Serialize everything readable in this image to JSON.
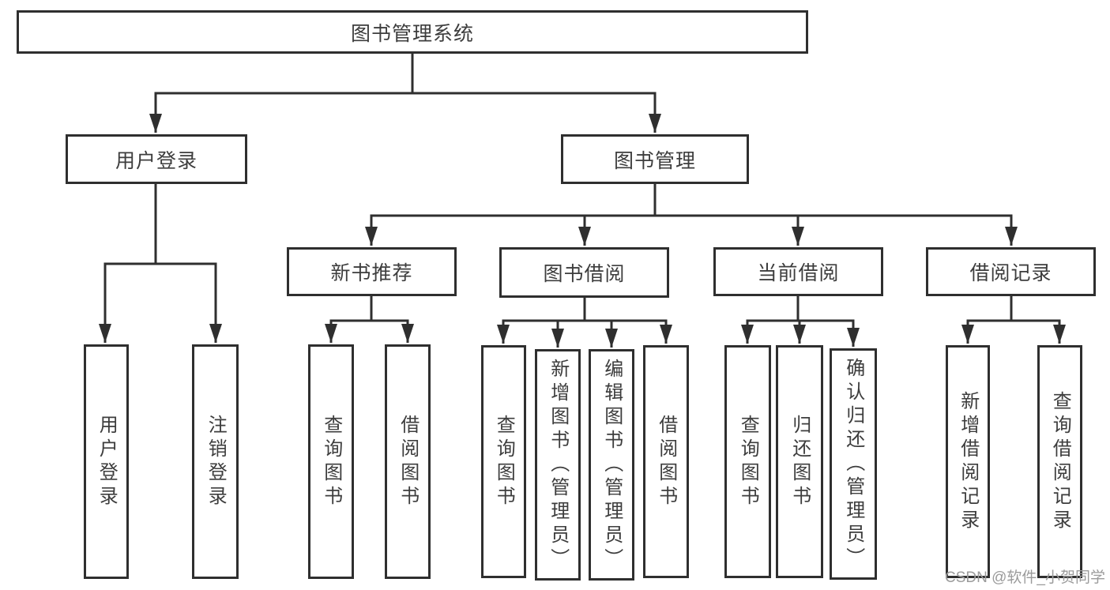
{
  "diagram_title": "图书管理系统",
  "tree": {
    "root": {
      "label": "图书管理系统"
    },
    "branches": [
      {
        "label": "用户登录",
        "children": [
          {
            "label": "用户登录"
          },
          {
            "label": "注销登录"
          }
        ]
      },
      {
        "label": "图书管理",
        "children": [
          {
            "label": "新书推荐",
            "children": [
              {
                "label": "查询图书"
              },
              {
                "label": "借阅图书"
              }
            ]
          },
          {
            "label": "图书借阅",
            "children": [
              {
                "label": "查询图书"
              },
              {
                "label": "新增图书（管理员）"
              },
              {
                "label": "编辑图书（管理员）"
              },
              {
                "label": "借阅图书"
              }
            ]
          },
          {
            "label": "当前借阅",
            "children": [
              {
                "label": "查询图书"
              },
              {
                "label": "归还图书"
              },
              {
                "label": "确认归还（管理员）"
              }
            ]
          },
          {
            "label": "借阅记录",
            "children": [
              {
                "label": "新增借阅记录"
              },
              {
                "label": "查询借阅记录"
              }
            ]
          }
        ]
      }
    ]
  },
  "watermark": {
    "text": "CSDN @软件_小贺同学",
    "color": "#9b9b9b"
  },
  "colors": {
    "line": "#2f2f2f",
    "node_border": "#2f2f2f",
    "node_text": "#3d3d3d",
    "background": "#ffffff"
  }
}
